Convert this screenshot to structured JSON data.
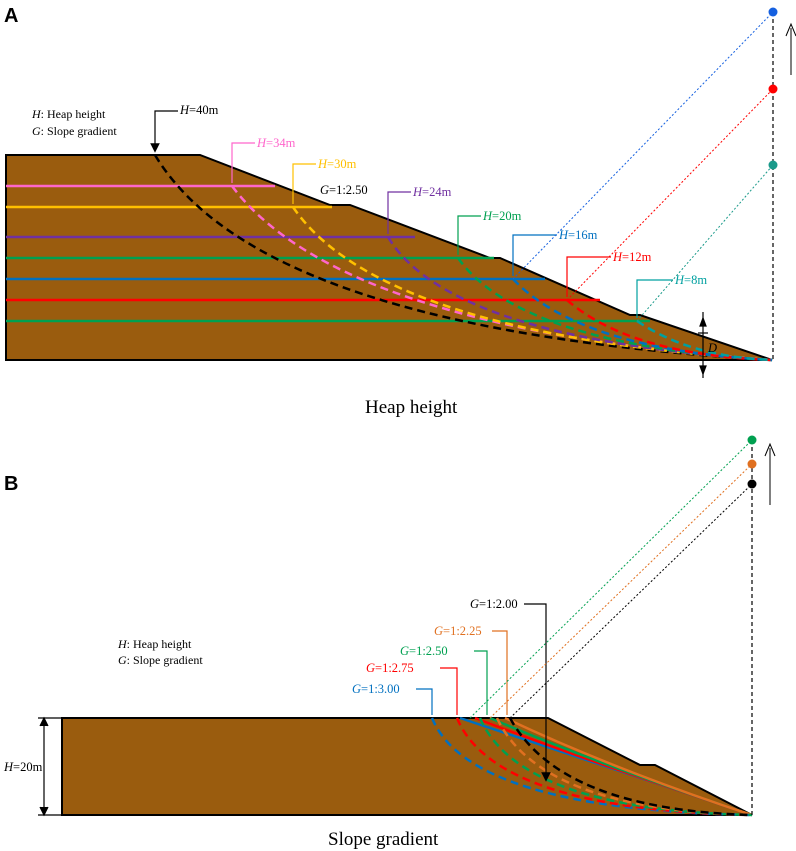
{
  "panel_a": {
    "letter": "A",
    "legend_h_sym": "H",
    "legend_h_text": ": Heap height",
    "legend_g_sym": "G",
    "legend_g_text": ": Slope gradient",
    "gradient_label": "G=1:2.50",
    "depth_label": "D",
    "caption": "Heap height",
    "height_labels": [
      {
        "sym": "H",
        "val": "=40m",
        "color": "#000000"
      },
      {
        "sym": "H",
        "val": "=34m",
        "color": "#ff66cc"
      },
      {
        "sym": "H",
        "val": "=30m",
        "color": "#ffc000"
      },
      {
        "sym": "H",
        "val": "=24m",
        "color": "#7030a0"
      },
      {
        "sym": "H",
        "val": "=20m",
        "color": "#00a050"
      },
      {
        "sym": "H",
        "val": "=16m",
        "color": "#0070c0"
      },
      {
        "sym": "H",
        "val": "=12m",
        "color": "#ff0000"
      },
      {
        "sym": "H",
        "val": "=8m",
        "color": "#00a0a0"
      }
    ],
    "markers": [
      "#1560e0",
      "#ff0000",
      "#1a9a8a"
    ]
  },
  "panel_b": {
    "letter": "B",
    "legend_h_sym": "H",
    "legend_h_text": ": Heap height",
    "legend_g_sym": "G",
    "legend_g_text": ": Slope gradient",
    "height_sym": "H",
    "height_val": "=20m",
    "caption": "Slope gradient",
    "gradient_labels": [
      {
        "sym": "G",
        "val": "=1:2.00",
        "color": "#000000"
      },
      {
        "sym": "G",
        "val": "=1:2.25",
        "color": "#e07020"
      },
      {
        "sym": "G",
        "val": "=1:2.50",
        "color": "#00a050"
      },
      {
        "sym": "G",
        "val": "=1:2.75",
        "color": "#ff0000"
      },
      {
        "sym": "G",
        "val": "=1:3.00",
        "color": "#0070c0"
      }
    ],
    "markers": [
      "#00a050",
      "#e07020",
      "#000000"
    ]
  },
  "colors": {
    "heap_fill": "#9a5c0e",
    "outline": "#000000"
  }
}
